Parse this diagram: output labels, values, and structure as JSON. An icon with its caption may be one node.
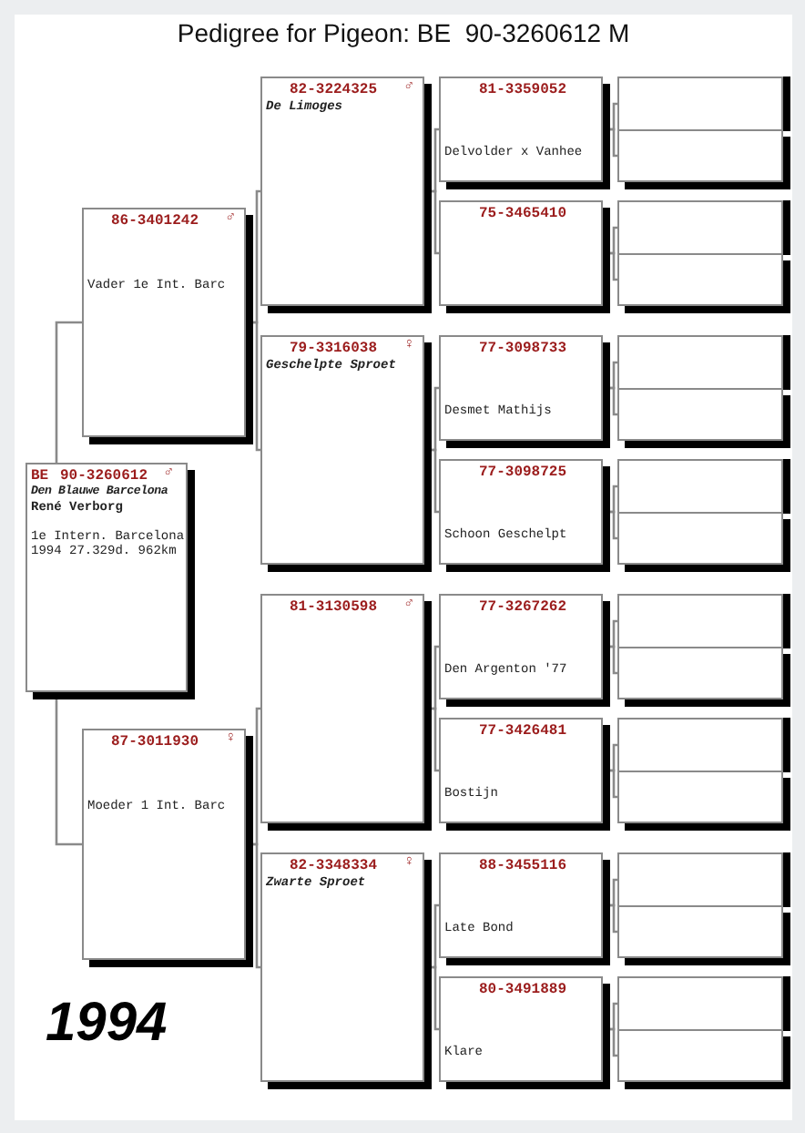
{
  "diagram": {
    "title": "Pedigree for Pigeon: BE  90-3260612 M",
    "nodes": [
      {
        "text": [
          "BE",
          "90-3260612",
          "♂",
          "Den Blauwe Barcelona",
          "René Verborg",
          "1e Intern. Barcelona 1994 27.329d. 962km"
        ]
      },
      {
        "text": [
          "86-3401242",
          "♂",
          "Vader 1e Int. Barc"
        ]
      },
      {
        "text": [
          "87-3011930",
          "♀",
          "Moeder 1 Int. Barc"
        ]
      },
      {
        "text": [
          "82-3224325",
          "♂",
          "De Limoges"
        ]
      },
      {
        "text": [
          "79-3316038",
          "♀",
          "Geschelpte Sproet"
        ]
      },
      {
        "text": [
          "81-3130598",
          "♂"
        ]
      },
      {
        "text": [
          "82-3348334",
          "♀",
          "Zwarte Sproet"
        ]
      },
      {
        "text": [
          "81-3359052",
          "Delvolder x Vanhee"
        ]
      },
      {
        "text": [
          "75-3465410"
        ]
      },
      {
        "text": [
          "77-3098733",
          "Desmet Mathijs"
        ]
      },
      {
        "text": [
          "77-3098725",
          "Schoon Geschelpt"
        ]
      },
      {
        "text": [
          "77-3267262",
          "Den Argenton '77"
        ]
      },
      {
        "text": [
          "77-3426481",
          "Bostijn"
        ]
      },
      {
        "text": [
          "88-3455116",
          "Late Bond"
        ]
      },
      {
        "text": [
          "80-3491889",
          "Klare"
        ]
      },
      {
        "text": [],
        "shape": "box"
      },
      {
        "text": [],
        "shape": "box"
      },
      {
        "text": [],
        "shape": "box"
      },
      {
        "text": [],
        "shape": "box"
      },
      {
        "text": [],
        "shape": "box"
      },
      {
        "text": [],
        "shape": "box"
      },
      {
        "text": [],
        "shape": "box"
      },
      {
        "text": [],
        "shape": "box"
      },
      {
        "text": [],
        "shape": "box"
      },
      {
        "text": [],
        "shape": "box"
      },
      {
        "text": [],
        "shape": "box"
      },
      {
        "text": [],
        "shape": "box"
      },
      {
        "text": [],
        "shape": "box"
      },
      {
        "text": [],
        "shape": "box"
      },
      {
        "text": [],
        "shape": "box"
      },
      {
        "text": [],
        "shape": "box"
      }
    ],
    "edges": [
      {
        "from": 0,
        "to": 1,
        "arrow": "none"
      },
      {
        "from": 0,
        "to": 2,
        "arrow": "none"
      },
      {
        "from": 1,
        "to": 3,
        "arrow": "none"
      },
      {
        "from": 1,
        "to": 4,
        "arrow": "none"
      },
      {
        "from": 2,
        "to": 5,
        "arrow": "none"
      },
      {
        "from": 2,
        "to": 6,
        "arrow": "none"
      },
      {
        "from": 3,
        "to": 7,
        "arrow": "none"
      },
      {
        "from": 3,
        "to": 8,
        "arrow": "none"
      },
      {
        "from": 4,
        "to": 9,
        "arrow": "none"
      },
      {
        "from": 4,
        "to": 10,
        "arrow": "none"
      },
      {
        "from": 5,
        "to": 11,
        "arrow": "none"
      },
      {
        "from": 5,
        "to": 12,
        "arrow": "none"
      },
      {
        "from": 6,
        "to": 13,
        "arrow": "none"
      },
      {
        "from": 6,
        "to": 14,
        "arrow": "none"
      },
      {
        "from": 7,
        "to": 15,
        "arrow": "none"
      },
      {
        "from": 7,
        "to": 16,
        "arrow": "none"
      },
      {
        "from": 8,
        "to": 17,
        "arrow": "none"
      },
      {
        "from": 8,
        "to": 18,
        "arrow": "none"
      },
      {
        "from": 9,
        "to": 19,
        "arrow": "none"
      },
      {
        "from": 9,
        "to": 20,
        "arrow": "none"
      },
      {
        "from": 10,
        "to": 21,
        "arrow": "none"
      },
      {
        "from": 10,
        "to": 22,
        "arrow": "none"
      },
      {
        "from": 11,
        "to": 23,
        "arrow": "none"
      },
      {
        "from": 11,
        "to": 24,
        "arrow": "none"
      },
      {
        "from": 12,
        "to": 25,
        "arrow": "none"
      },
      {
        "from": 12,
        "to": 26,
        "arrow": "none"
      },
      {
        "from": 13,
        "to": 27,
        "arrow": "none"
      },
      {
        "from": 13,
        "to": 28,
        "arrow": "none"
      },
      {
        "from": 14,
        "to": 29,
        "arrow": "none"
      },
      {
        "from": 14,
        "to": 30,
        "arrow": "none"
      }
    ],
    "labels": [
      "1994"
    ]
  }
}
